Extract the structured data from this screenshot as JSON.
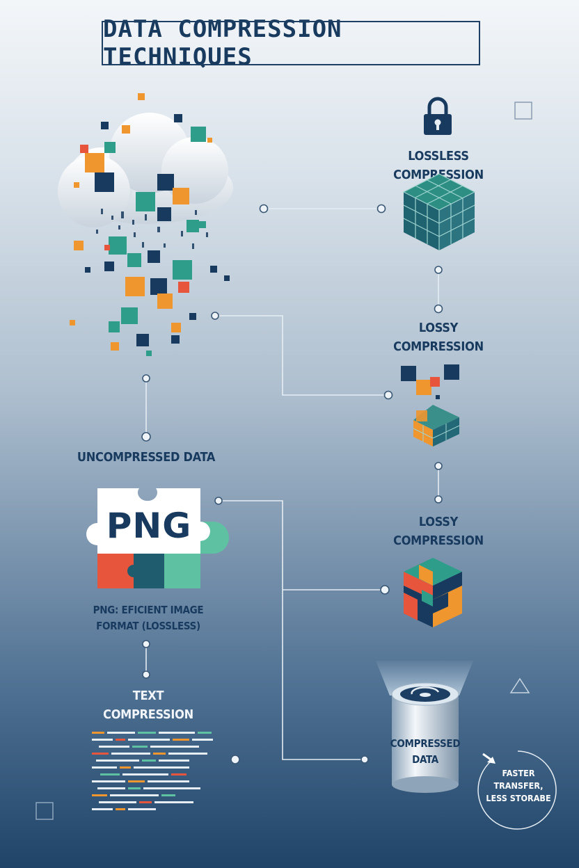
{
  "title": "DATA COMPRESSION TECHNIQUES",
  "nodes": {
    "lossless": "LOSSLESS COMPRESSION",
    "lossy_1_line1": "LOSSY",
    "lossy_1_line2": "COMPRESSION",
    "lossy_2_line1": "LOSSY",
    "lossy_2_line2": "COMPRESSION",
    "uncompressed": "UNCOMPRESSED DATA",
    "png_logo": "PNG",
    "png_line1": "PNG: EFICIENT IMAGE",
    "png_line2": "FORMAT (LOSSLESS)",
    "text_line1": "TEXT",
    "text_line2": "COMPRESSION",
    "compressed_line1": "COMPRESSED",
    "compressed_line2": "DATA",
    "benefit_line1": "FASTER",
    "benefit_line2": "TRANSFER,",
    "benefit_line3": "LESS STORABE"
  },
  "colors": {
    "navy": "#173a5e",
    "teal": "#2e8b7a",
    "orange": "#f0962e",
    "red": "#e8553d",
    "mint": "#5fc0a0"
  },
  "icons": [
    "padlock-icon",
    "cube-icon",
    "cloud-icon",
    "puzzle-icon",
    "cylinder-icon",
    "arrow-icon"
  ]
}
